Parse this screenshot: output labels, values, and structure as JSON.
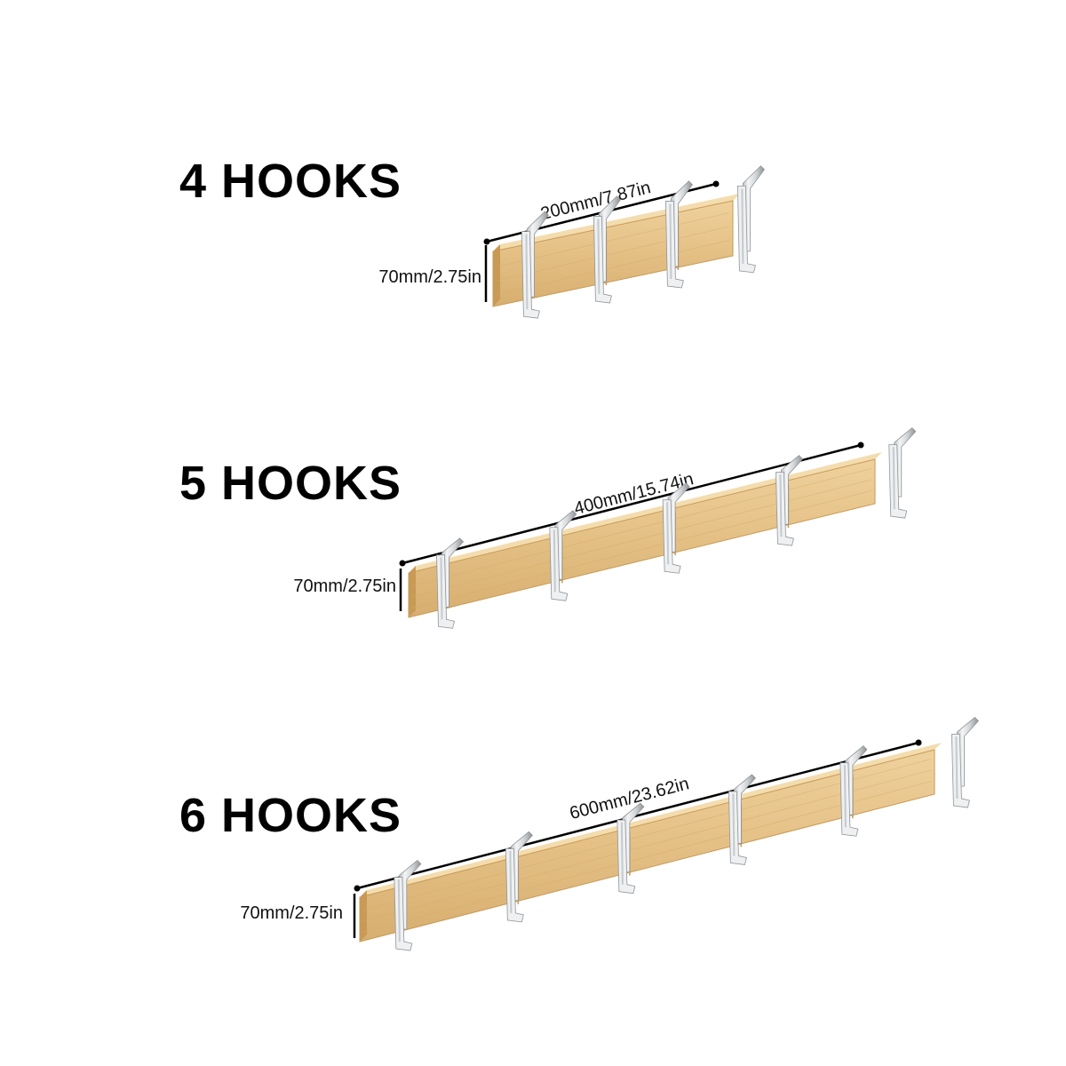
{
  "racks": [
    {
      "heading": "4 HOOKS",
      "hook_count": 4,
      "length_label": "200mm/7.87in",
      "height_label": "70mm/2.75in"
    },
    {
      "heading": "5 HOOKS",
      "hook_count": 5,
      "length_label": "400mm/15.74in",
      "height_label": "70mm/2.75in"
    },
    {
      "heading": "6 HOOKS",
      "hook_count": 6,
      "length_label": "600mm/23.62in",
      "height_label": "70mm/2.75in"
    }
  ],
  "colors": {
    "wood_front": "#e6c48a",
    "wood_top": "#f3dcae",
    "wood_edge": "#c99a55",
    "wood_grain": "#d4ab6c",
    "metal_light": "#eef0f2",
    "metal_mid": "#c6cacd",
    "metal_dark": "#8f9498"
  }
}
